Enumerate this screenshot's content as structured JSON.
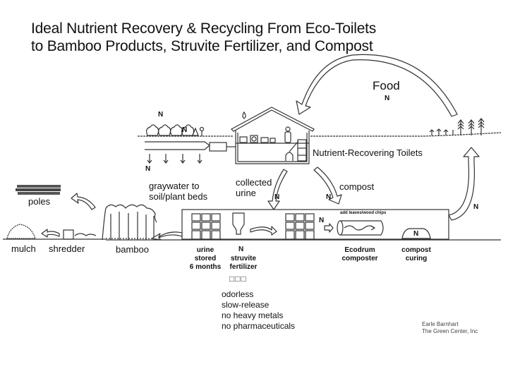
{
  "title": {
    "line1": "Ideal Nutrient Recovery & Recycling From Eco-Toilets",
    "line2": "to Bamboo Products, Struvite Fertilizer, and Compost"
  },
  "labels": {
    "food": "Food",
    "nutrient_symbol": "N",
    "nutrient_recovering_toilets": "Nutrient-Recovering Toilets",
    "graywater_line1": "graywater to",
    "graywater_line2": "soil/plant beds",
    "collected_urine_line1": "collected",
    "collected_urine_line2": "urine",
    "compost_flow": "compost",
    "poles": "poles",
    "mulch": "mulch",
    "shredder": "shredder",
    "bamboo": "bamboo",
    "urine_stored_line1": "urine",
    "urine_stored_line2": "stored",
    "urine_stored_line3": "6 months",
    "struvite_line1": "struvite",
    "struvite_line2": "fertilizer",
    "add_leaves": "add leaves/wood chips",
    "ecodrum_line1": "Ecodrum",
    "ecodrum_line2": "composter",
    "compost_curing_line1": "compost",
    "compost_curing_line2": "curing",
    "placeholder_glyphs": "□□□"
  },
  "struvite_properties": [
    "odorless",
    "slow-release",
    "no heavy metals",
    "no pharmaceuticals"
  ],
  "credit": {
    "author": "Earle Barnhart",
    "organization": "The Green Center, Inc"
  }
}
